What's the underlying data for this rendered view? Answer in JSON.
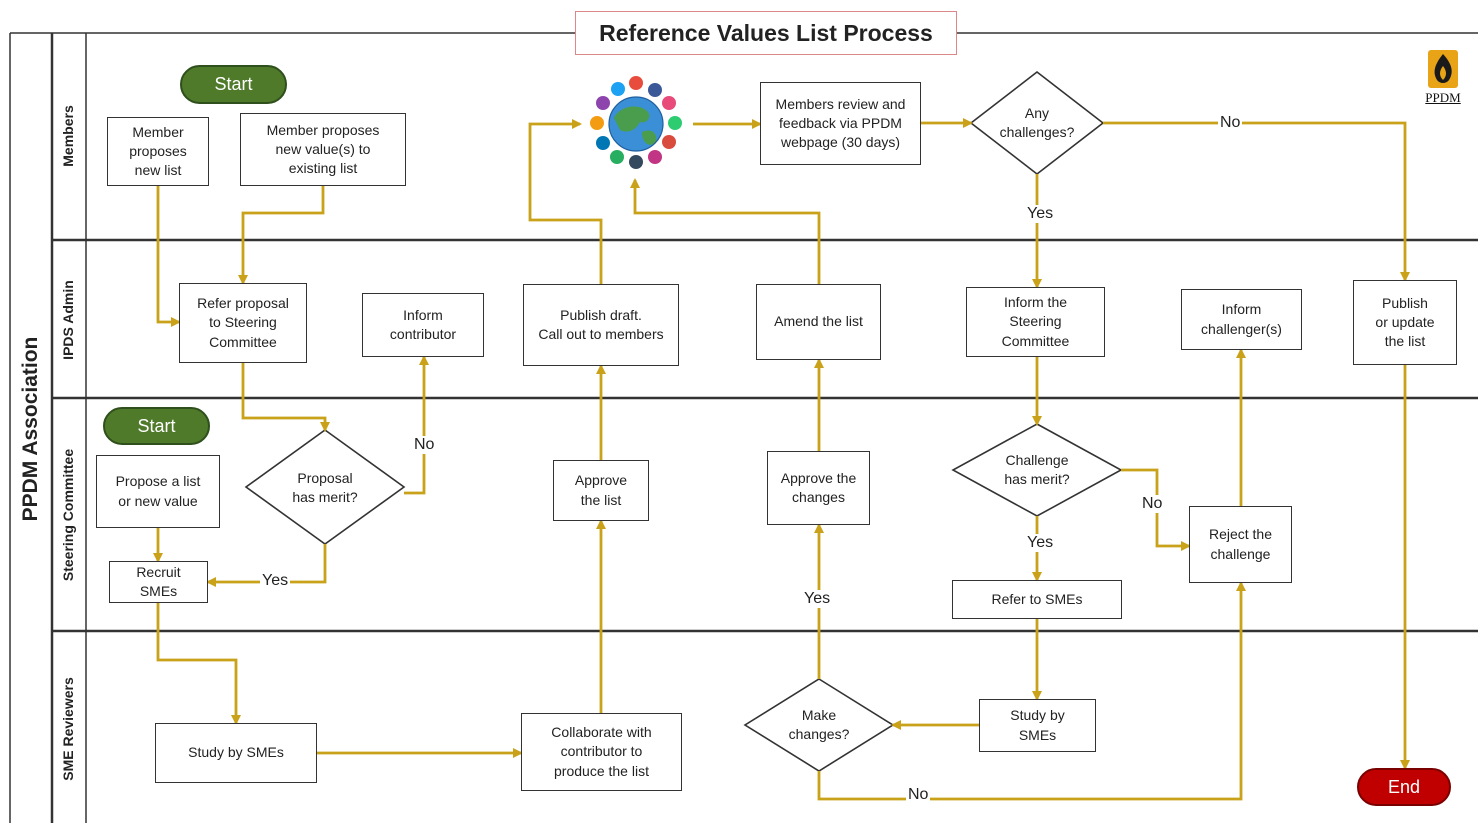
{
  "title": "Reference Values List Process",
  "organization": "PPDM Association",
  "logo_text": "PPDM",
  "lanes": [
    "Members",
    "IPDS Admin",
    "Steering Committee",
    "SME Reviewers"
  ],
  "terminals": {
    "start_members": "Start",
    "start_steering": "Start",
    "end": "End"
  },
  "boxes": {
    "member_new_list": "Member\nproposes\nnew list",
    "member_new_values": "Member  proposes\nnew value(s)  to\nexisting list",
    "members_review": "Members review and\nfeedback via PPDM\nwebpage (30 days)",
    "refer_proposal": "Refer proposal\nto Steering\nCommittee",
    "inform_contributor": "Inform\ncontributor",
    "publish_draft": "Publish draft.\nCall out to members",
    "amend_list": "Amend the list",
    "inform_steering": "Inform the\nSteering\nCommittee",
    "inform_challengers": "Inform\nchallenger(s)",
    "publish_update": "Publish\nor update\nthe list",
    "propose_list": "Propose a list\nor new value",
    "recruit_smes": "Recruit\nSMEs",
    "approve_list": "Approve\nthe list",
    "approve_changes": "Approve the\nchanges",
    "refer_smes": "Refer to SMEs",
    "reject_challenge": "Reject the\nchallenge",
    "study_smes_1": "Study by SMEs",
    "collaborate": "Collaborate with\ncontributor to\nproduce the list",
    "study_smes_2": "Study by\nSMEs"
  },
  "decisions": {
    "any_challenges": "Any\nchallenges?",
    "proposal_merit": "Proposal\nhas merit?",
    "challenge_merit": "Challenge\nhas merit?",
    "make_changes": "Make\nchanges?"
  },
  "edge_labels": {
    "no_challenges": "No",
    "yes_challenges": "Yes",
    "no_proposal": "No",
    "yes_proposal": "Yes",
    "no_challenge_merit": "No",
    "yes_challenge_merit": "Yes",
    "yes_make_changes": "Yes",
    "no_make_changes": "No"
  },
  "colors": {
    "connector": "#c9a21a",
    "start": "#4e7a2a",
    "end": "#c00000",
    "border": "#333333"
  }
}
